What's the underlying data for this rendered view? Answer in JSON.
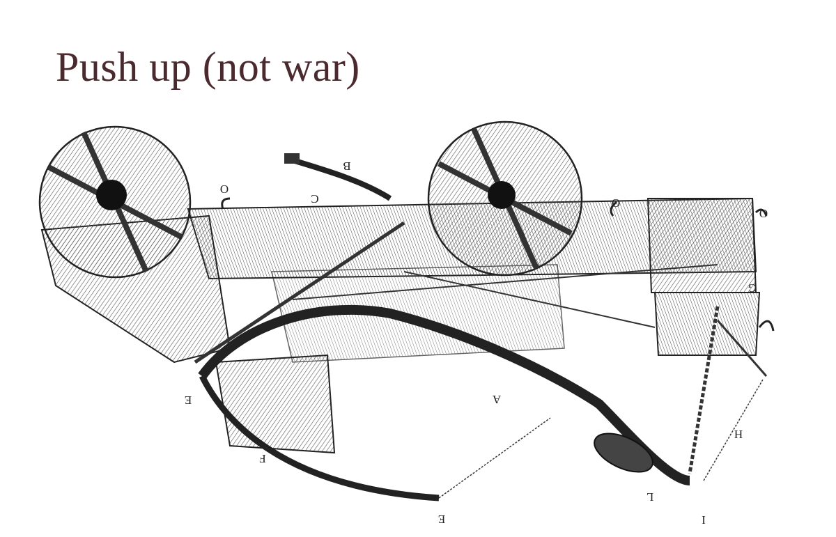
{
  "slide": {
    "title": "Push up (not war)",
    "title_color": "#4a2a2e"
  },
  "illustration": {
    "description_icon": "engraving-of-siege-crossbow",
    "labels": {
      "b": "B",
      "c": "C",
      "o1": "O",
      "o2": "O",
      "o3": "O",
      "g": "G",
      "a": "A",
      "e1": "E",
      "e2": "E",
      "f": "F",
      "h": "H",
      "l": "L",
      "i": "I"
    }
  }
}
